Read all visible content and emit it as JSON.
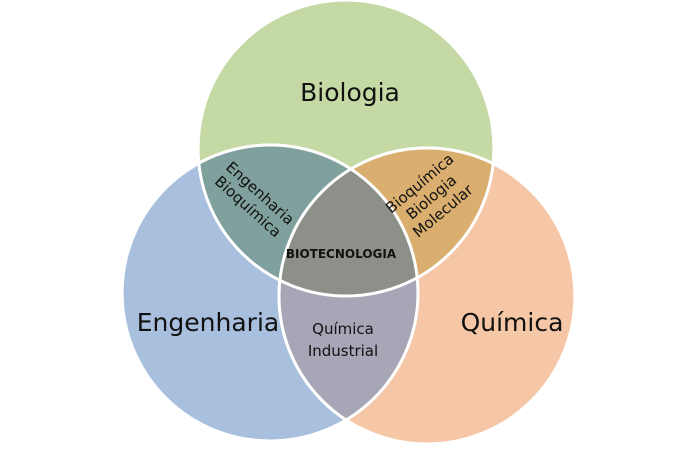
{
  "diagram": {
    "type": "venn",
    "sets": [
      {
        "key": "biologia",
        "label": "Biologia",
        "fill": "#c5d9a4",
        "stroke": "#ffffff"
      },
      {
        "key": "engenharia",
        "label": "Engenharia",
        "fill": "#a8bfdd",
        "stroke": "#ffffff"
      },
      {
        "key": "quimica",
        "label": "Química",
        "fill": "#f6c7a6",
        "stroke": "#ffffff"
      }
    ],
    "intersections": {
      "biologia_engenharia": {
        "lines": [
          "Engenharia",
          "Bioquímica"
        ],
        "fill": "#7fa09d"
      },
      "biologia_quimica": {
        "lines": [
          "Bioquímica",
          "Biologia",
          "Molecular"
        ],
        "fill": "#d9ae6f"
      },
      "engenharia_quimica": {
        "lines": [
          "Química",
          "Industrial"
        ],
        "fill": "#a6a6b6"
      },
      "all": {
        "label": "BIOTECNOLOGIA",
        "fill": "#8c9088"
      }
    }
  }
}
